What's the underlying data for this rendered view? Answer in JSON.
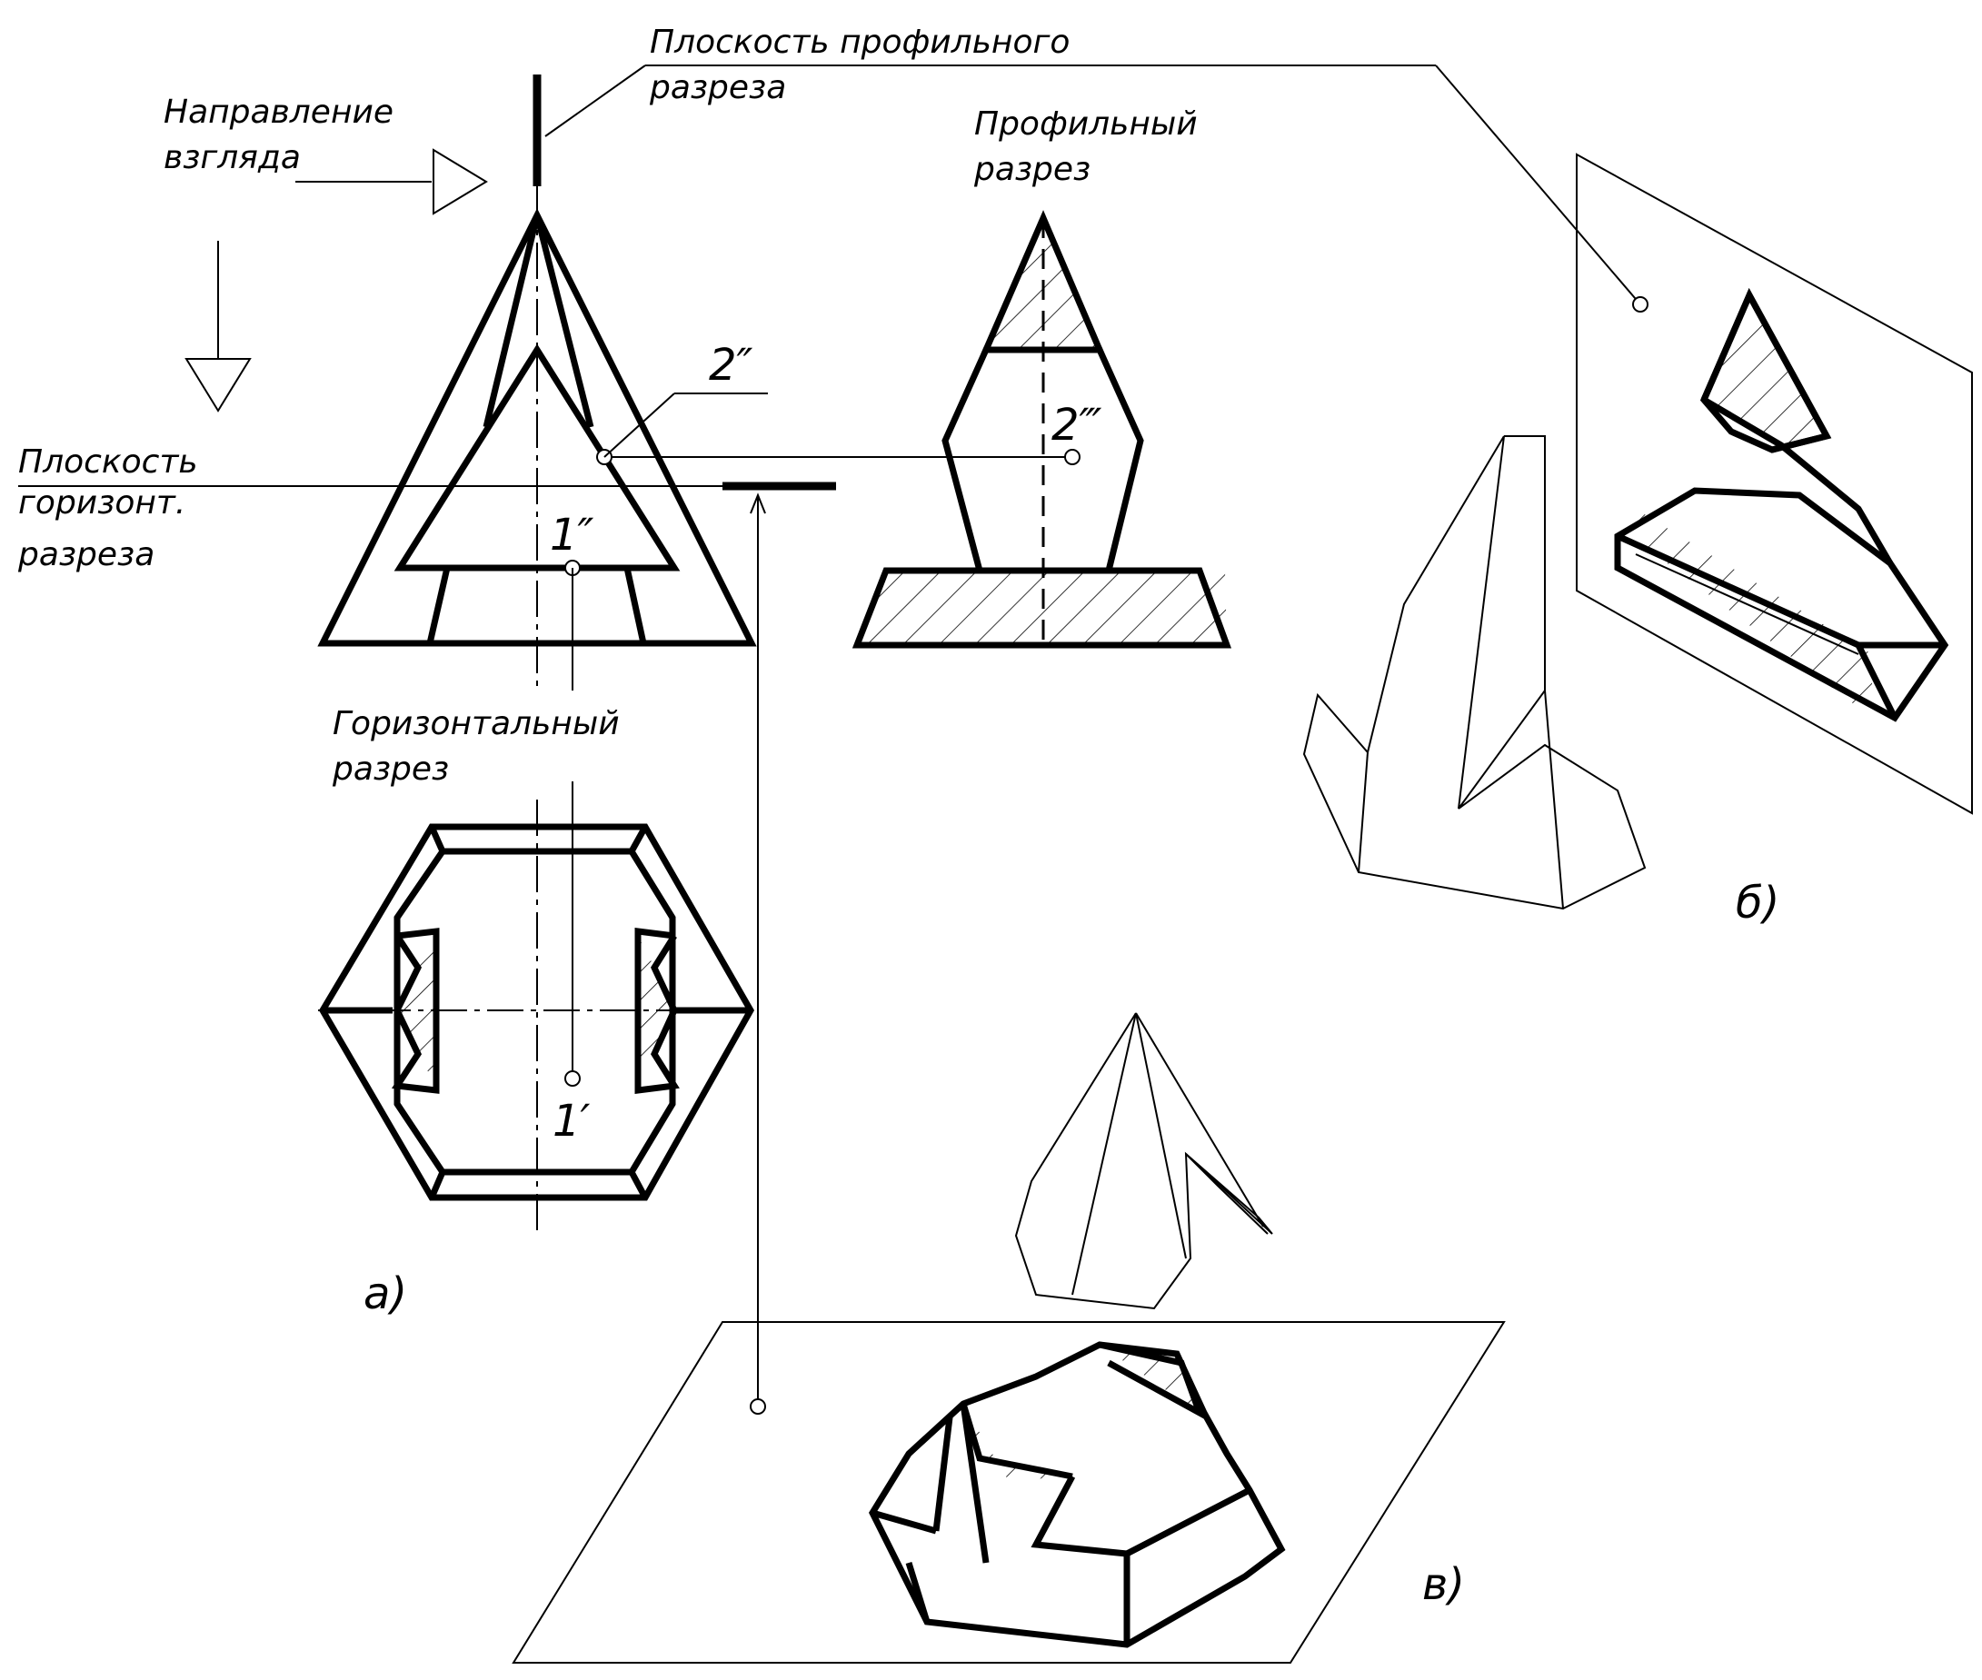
{
  "labels": {
    "profile_plane": [
      "Плоскость профильного",
      "разреза"
    ],
    "view_direction": [
      "Направление",
      "взгляда"
    ],
    "profile_section": [
      "Профильный",
      "разрез"
    ],
    "horizontal_plane": [
      "Плоскость",
      "горизонт.",
      "разреза"
    ],
    "horizontal_section": [
      "Горизонтальный",
      "разрез"
    ],
    "point_2_front": "2″",
    "point_2_profile": "2‴",
    "point_1_front": "1″",
    "point_1_top": "1′",
    "fig_a": "а)",
    "fig_b": "б)",
    "fig_v": "в)"
  }
}
